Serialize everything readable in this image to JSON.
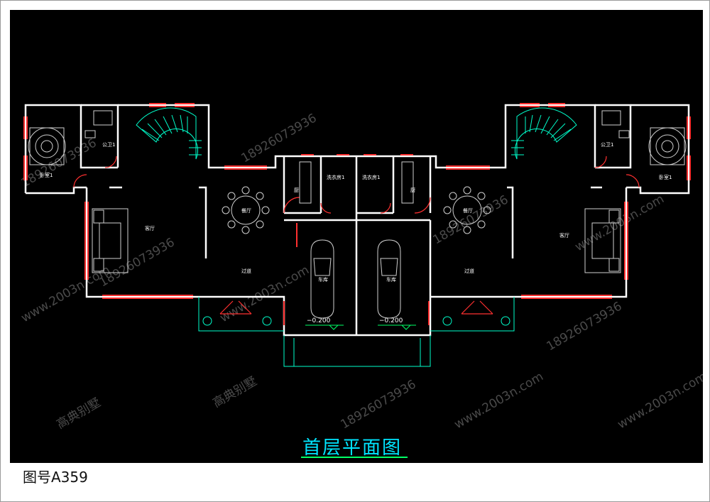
{
  "drawing": {
    "title": "首层平面图",
    "drawing_number": "图号A359",
    "colors": {
      "background": "#000000",
      "walls": "#ffffff",
      "windows": "#ff3030",
      "stairs": "#00ffcc",
      "furniture": "#c8c8c8",
      "text": "#ffffff",
      "title": "#00e5ff"
    }
  },
  "rooms": {
    "bedroom_left": "卧室1",
    "bath_left": "公卫1",
    "living_left": "客厅",
    "dining_left": "餐厅",
    "corridor_left": "过道",
    "kitchen_left": "厨",
    "laundry_left": "洗衣房1",
    "garage_left": "车库",
    "garage_level_left": "−0.200",
    "laundry_right": "洗衣房1",
    "kitchen_right": "厨",
    "garage_right": "车库",
    "garage_level_right": "−0.200",
    "dining_right": "餐厅",
    "living_right": "客厅",
    "corridor_right": "过道",
    "bath_right": "公卫1",
    "bedroom_right": "卧室1"
  },
  "watermarks": [
    "18926073936",
    "www.2003n.com",
    "高典别墅"
  ]
}
